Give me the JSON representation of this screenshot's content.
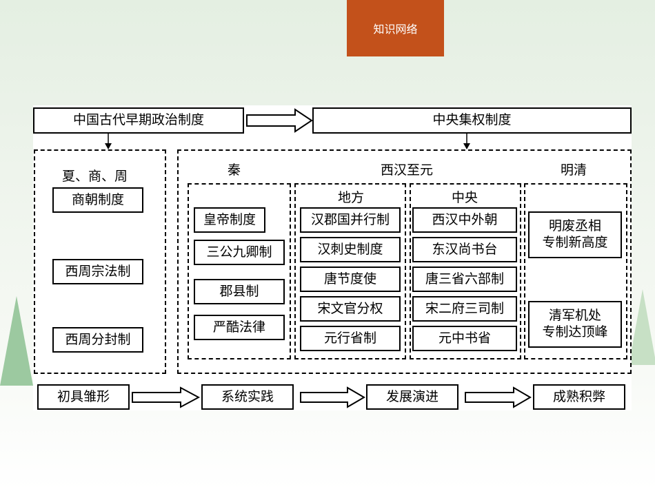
{
  "header": {
    "title": "知识网络"
  },
  "top": {
    "left": "中国古代早期政治制度",
    "right": "中央集权制度"
  },
  "early": {
    "period": "夏、商、周",
    "items": [
      "商朝制度",
      "西周宗法制",
      "西周分封制"
    ]
  },
  "central": {
    "qin_label": "秦",
    "han_label": "西汉至元",
    "ming_label": "明清",
    "qin_items": [
      "皇帝制度",
      "三公九卿制",
      "郡县制",
      "严酷法律"
    ],
    "local_label": "地方",
    "local_items": [
      "汉郡国并行制",
      "汉刺史制度",
      "唐节度使",
      "宋文官分权",
      "元行省制"
    ],
    "center_label": "中央",
    "center_items": [
      "西汉中外朝",
      "东汉尚书台",
      "唐三省六部制",
      "宋二府三司制",
      "元中书省"
    ],
    "ming_items": [
      "明废丞相\n专制新高度",
      "清军机处\n专制达顶峰"
    ]
  },
  "stages": [
    "初具雏形",
    "系统实践",
    "发展演进",
    "成熟积弊"
  ]
}
